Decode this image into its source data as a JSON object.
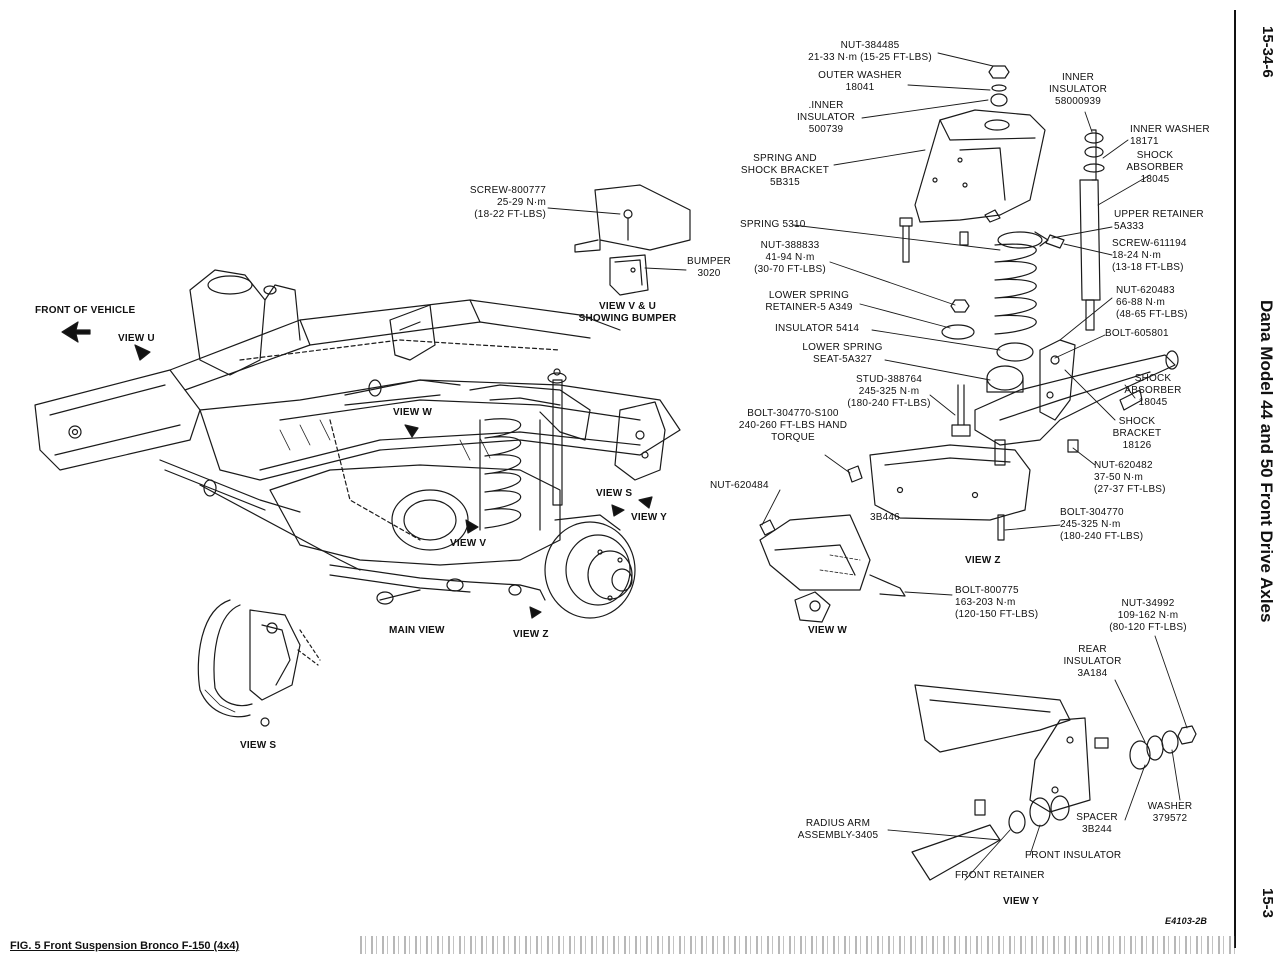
{
  "page": {
    "page_number_top": "15-34-6",
    "section_title": "Dana Model 44 and 50 Front Drive Axles",
    "page_number_bottom": "15-3",
    "figure_code": "E4103-2B",
    "caption": "FIG. 5 Front Suspension Bronco F-150 (4x4)"
  },
  "labels": {
    "front_of_vehicle": "FRONT OF VEHICLE",
    "view_u": "VIEW U",
    "view_w_main": "VIEW W",
    "view_s_main": "VIEW S",
    "view_y_main": "VIEW Y",
    "view_v_main": "VIEW V",
    "view_z_main": "VIEW Z",
    "main_view": "MAIN VIEW",
    "view_s": "VIEW S",
    "screw_800777": [
      "SCREW-800777",
      "25-29 N·m",
      "(18-22 FT-LBS)"
    ],
    "bumper": [
      "BUMPER",
      "3020"
    ],
    "view_vu": [
      "VIEW V & U",
      "SHOWING BUMPER"
    ],
    "nut_384485": [
      "NUT-384485",
      "21-33 N·m (15-25 FT-LBS)"
    ],
    "outer_washer": [
      "OUTER WASHER",
      "18041"
    ],
    "inner_insulator_left": [
      ".INNER",
      "INSULATOR",
      "500739"
    ],
    "spring_shock_bracket": [
      "SPRING AND",
      "SHOCK BRACKET",
      "5B315"
    ],
    "spring": "SPRING  5310",
    "nut_388833": [
      "NUT-388833",
      "41-94 N·m",
      "(30-70 FT-LBS)"
    ],
    "lower_spring_retainer": [
      "LOWER SPRING",
      "RETAINER-5 A349"
    ],
    "insulator_5414": "INSULATOR   5414",
    "lower_spring_seat": [
      "LOWER SPRING",
      "SEAT-5A327"
    ],
    "stud_388764": [
      "STUD-388764",
      "245-325 N·m",
      "(180-240 FT-LBS)"
    ],
    "bolt_304770_s100": [
      "BOLT-304770-S100",
      "240-260 FT-LBS HAND",
      "TORQUE"
    ],
    "inner_insulator_right": [
      "INNER",
      "INSULATOR",
      "58000939"
    ],
    "inner_washer": [
      "INNER WASHER",
      "18171"
    ],
    "shock_absorber_top": [
      "SHOCK",
      "ABSORBER",
      "18045"
    ],
    "upper_retainer": [
      "UPPER RETAINER",
      "5A333"
    ],
    "screw_611194": [
      "SCREW-611194",
      "18-24 N·m",
      "(13-18 FT-LBS)"
    ],
    "nut_620483": [
      "NUT-620483",
      "66-88 N·m",
      "(48-65 FT-LBS)"
    ],
    "bolt_605801": "BOLT-605801",
    "shock_absorber_mid": [
      "SHOCK",
      "ABSORBER",
      "18045"
    ],
    "shock_bracket": [
      "SHOCK",
      "BRACKET",
      "18126"
    ],
    "nut_620482": [
      "NUT-620482",
      "37-50 N·m",
      "(27-37 FT-LBS)"
    ],
    "bolt_304770": [
      "BOLT-304770",
      "245-325 N·m",
      "(180-240 FT-LBS)"
    ],
    "part_3b446": "3B446",
    "view_z": "VIEW Z",
    "nut_620484": "NUT-620484",
    "bolt_800775": [
      "BOLT-800775",
      "163-203 N·m",
      "(120-150 FT-LBS)"
    ],
    "view_w": "VIEW W",
    "nut_34992": [
      "NUT-34992",
      "109-162 N·m",
      "(80-120 FT-LBS)"
    ],
    "rear_insulator": [
      "REAR",
      "INSULATOR",
      "3A184"
    ],
    "washer": [
      "WASHER",
      "379572"
    ],
    "spacer": [
      "SPACER",
      "3B244"
    ],
    "front_insulator": "FRONT INSULATOR",
    "radius_arm": [
      "RADIUS ARM",
      "ASSEMBLY-3405"
    ],
    "front_retainer": "FRONT RETAINER",
    "view_y": "VIEW Y"
  }
}
